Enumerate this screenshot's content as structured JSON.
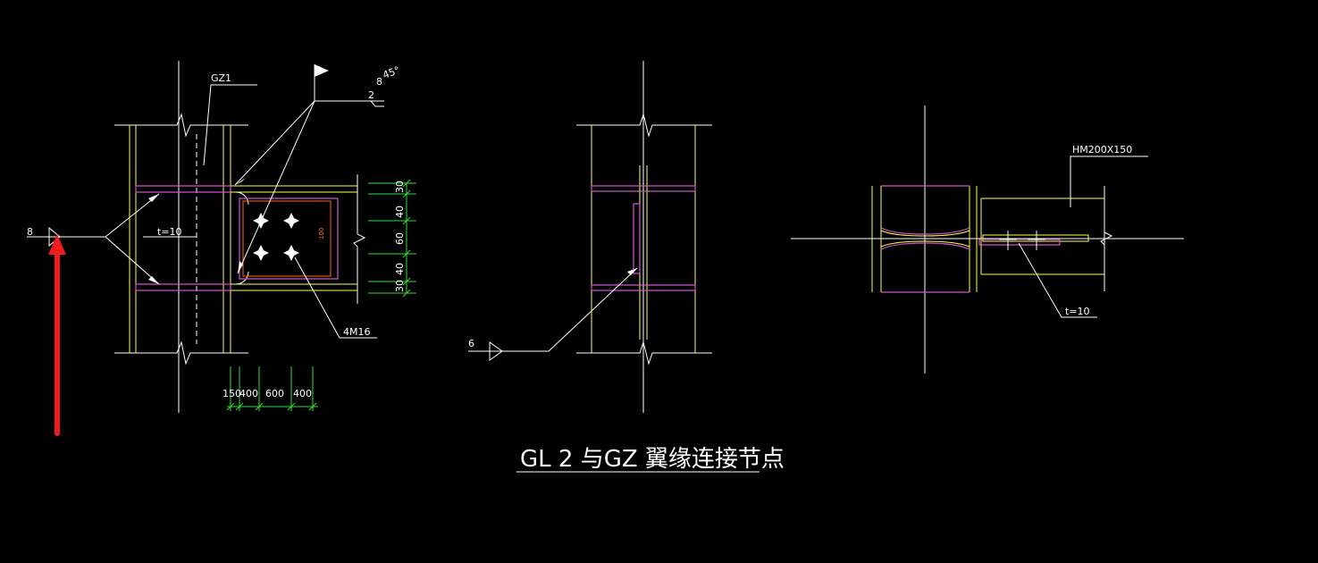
{
  "drawing": {
    "title": "GL 2 与GZ 翼缘连接节点",
    "labels": {
      "column_mark": "GZ1",
      "weld_size_top": "8",
      "weld_angle": "45°",
      "weld_gap": "2",
      "weld_left": "8",
      "plate_thickness_left": "t=10",
      "bolts": "4M16",
      "inner_dim": "100",
      "weld_middle": "6",
      "beam_section": "HM200X150",
      "plate_thickness_right": "t=10"
    },
    "vertical_dims": [
      "30",
      "40",
      "60",
      "40",
      "30"
    ],
    "horizontal_dims": [
      "150",
      "400",
      "600",
      "400"
    ]
  },
  "colors": {
    "background": "#000000",
    "white": "#ffffff",
    "yellow": "#ffff55",
    "magenta": "#d455d4",
    "green": "#33dd33",
    "orange": "#ff6a1a",
    "red_arrow": "#ee1c1c"
  }
}
